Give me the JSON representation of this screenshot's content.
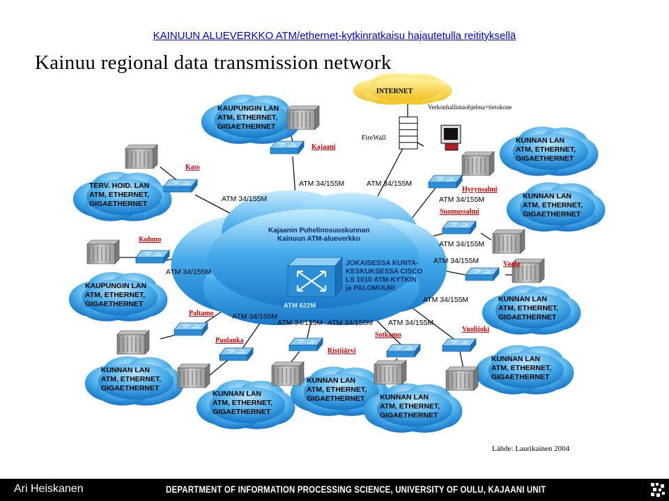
{
  "header": {
    "link_title": "KAINUUN ALUEVERKKO ATM/ethernet-kytkinratkaisu hajautetulla reitityksellä",
    "title": "Kainuu regional data transmission network"
  },
  "core": {
    "name_line1": "Kajaanin Puhelinosuuskunnan",
    "name_line2": "Kainuun ATM-alueverkko",
    "switch_note": [
      "JOKAISESSA KUNTA-",
      "KESKUKSESSA CISCO",
      "LS 1010 ATM-KYTKIN",
      "ja PALOMUURI"
    ],
    "backbone_label": "ATM 622M"
  },
  "internet": {
    "label": "INTERNET",
    "firewall_label": "FireWall",
    "mgmt_label": "Verkonhallintaohjelma+tietokone"
  },
  "sites": [
    {
      "name": "Kajaani",
      "lan": [
        "KAUPUNGIN LAN",
        "ATM, ETHERNET,",
        "GIGAETHERNET"
      ]
    },
    {
      "name": "Kass",
      "lan": [
        "TERV. HOID. LAN",
        "ATM, ETHERNET,",
        "GIGAETHERNET"
      ]
    },
    {
      "name": "Kuhmo",
      "lan": [
        "KAUPUNGIN LAN",
        "ATM, ETHERNET,",
        "GIGAETHERNET"
      ]
    },
    {
      "name": "Paltamo",
      "lan": [
        "KUNNAN LAN",
        "ATM, ETHERNET,",
        "GIGAETHERNET"
      ]
    },
    {
      "name": "Puolanka",
      "lan": [
        "KUNNAN LAN",
        "ATM, ETHERNET,",
        "GIGAETHERNET"
      ]
    },
    {
      "name": "Ristijärvi",
      "lan": [
        "KUNNAN LAN",
        "ATM, ETHERNET,",
        "GIGAETHERNET"
      ]
    },
    {
      "name": "Sotkamo",
      "lan": [
        "KUNNAN LAN",
        "ATM, ETHERNET,",
        "GIGAETHERNET"
      ]
    },
    {
      "name": "Vuolijoki",
      "lan": [
        "KUNNAN LAN",
        "ATM, ETHERNET,",
        "GIGAETHERNET"
      ]
    },
    {
      "name": "Vaala",
      "lan": [
        "KUNNAN LAN",
        "ATM, ETHERNET,",
        "GIGAETHERNET"
      ]
    },
    {
      "name": "Suomussalmi",
      "lan": [
        "KUNNAN LAN",
        "ATM, ETHERNET,",
        "GIGAETHERNET"
      ]
    },
    {
      "name": "Hyrynsalmi",
      "lan": [
        "KUNNAN LAN",
        "ATM, ETHERNET,",
        "GIGAETHERNET"
      ]
    }
  ],
  "link_label": "ATM 34/155M",
  "source": "Lähde: Laurikainen 2004",
  "footer": {
    "author": "Ari Heiskanen",
    "department": "DEPARTMENT OF INFORMATION PROCESSING SCIENCE, UNIVERSITY OF OULU, KAJAANI UNIT"
  },
  "colors": {
    "cloud_top": "#8fd0f5",
    "cloud_bottom": "#1a86d9",
    "switch_face": "#2b8fd8",
    "site_label": "#cc0000",
    "link_title": "#0000cc",
    "footer_bg": "#000000"
  }
}
